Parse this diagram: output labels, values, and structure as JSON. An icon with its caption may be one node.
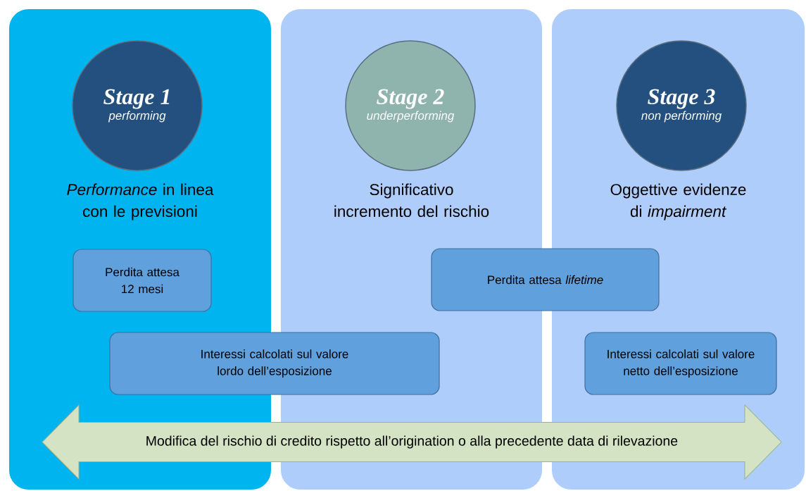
{
  "diagram": {
    "nodes": [
      {
        "text": [
          "*Performance* in linea con le previsioni"
        ]
      },
      {
        "text": [
          "Stage 1",
          "performing"
        ],
        "in": 0
      },
      {
        "text": [
          "Significativo incremento del rischio"
        ]
      },
      {
        "text": [
          "Stage 2",
          "underperforming"
        ],
        "in": 2
      },
      {
        "text": [
          "Oggettive evidenze di *impairment*"
        ]
      },
      {
        "text": [
          "Stage 3",
          "non performing"
        ],
        "in": 4
      },
      {
        "text": [
          "Perdita attesa 12 mesi"
        ],
        "in": 0
      },
      {
        "text": [
          "Perdita attesa *lifetime*"
        ]
      },
      {
        "text": [
          "Interessi calcolati sul valore lordo dell’esposizione"
        ]
      },
      {
        "text": [
          "Interessi calcolati sul valore netto dell’esposizione"
        ],
        "in": 4
      },
      {
        "text": [
          "Modifica del rischio di credito rispetto all’origination o alla precedente data di rilevazione"
        ]
      }
    ]
  }
}
